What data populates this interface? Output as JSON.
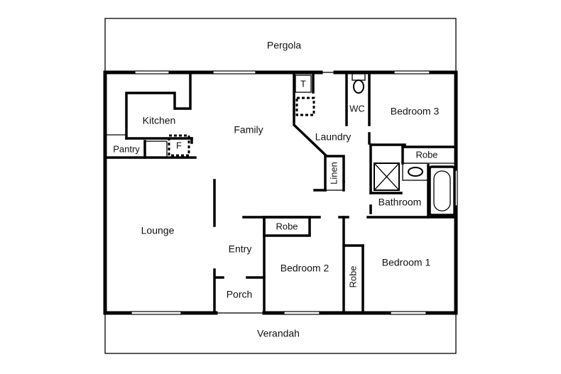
{
  "plan": {
    "rooms": {
      "pergola": "Pergola",
      "kitchen": "Kitchen",
      "family": "Family",
      "pantry": "Pantry",
      "fridge": "F",
      "toilet_fixture": "T",
      "laundry": "Laundry",
      "wc": "WC",
      "bedroom3": "Bedroom 3",
      "robe_bed3": "Robe",
      "linen": "Linen",
      "bathroom": "Bathroom",
      "lounge": "Lounge",
      "entry": "Entry",
      "robe_bed2": "Robe",
      "bedroom2": "Bedroom 2",
      "robe_bed1": "Robe",
      "bedroom1": "Bedroom 1",
      "porch": "Porch",
      "verandah": "Verandah"
    }
  }
}
